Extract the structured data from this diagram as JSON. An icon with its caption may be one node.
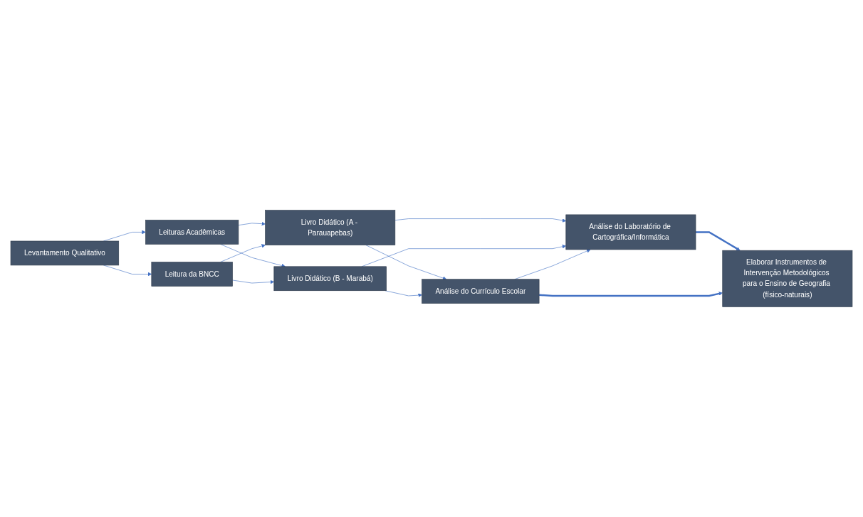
{
  "diagram": {
    "nodes": [
      {
        "text": [
          "Levantamento Qualitativo"
        ]
      },
      {
        "text": [
          "Leituras Acadêmicas"
        ]
      },
      {
        "text": [
          "Leitura da BNCC"
        ]
      },
      {
        "text": [
          "Livro Didático (A - Parauapebas)"
        ]
      },
      {
        "text": [
          "Livro Didático (B - Marabá)"
        ]
      },
      {
        "text": [
          "Análise do Laboratório de Cartográfica/Informática"
        ]
      },
      {
        "text": [
          "Análise do Currículo Escolar"
        ]
      },
      {
        "text": [
          "Elaborar Instrumentos de Intervenção Metodológicos para o Ensino de Geografia (físico-naturais)"
        ]
      }
    ],
    "edges": [
      {
        "from": 0,
        "to": 1,
        "arrow": "to"
      },
      {
        "from": 0,
        "to": 2,
        "arrow": "to"
      },
      {
        "from": 1,
        "to": 3,
        "arrow": "to"
      },
      {
        "from": 1,
        "to": 4,
        "arrow": "to"
      },
      {
        "from": 2,
        "to": 3,
        "arrow": "to"
      },
      {
        "from": 2,
        "to": 4,
        "arrow": "to"
      },
      {
        "from": 3,
        "to": 5,
        "arrow": "to"
      },
      {
        "from": 3,
        "to": 6,
        "arrow": "to"
      },
      {
        "from": 4,
        "to": 5,
        "arrow": "to"
      },
      {
        "from": 4,
        "to": 6,
        "arrow": "to"
      },
      {
        "from": 6,
        "to": 5,
        "arrow": "to"
      },
      {
        "from": 5,
        "to": 7,
        "arrow": "to",
        "style": "thick"
      },
      {
        "from": 6,
        "to": 7,
        "arrow": "to",
        "style": "thick"
      }
    ]
  }
}
